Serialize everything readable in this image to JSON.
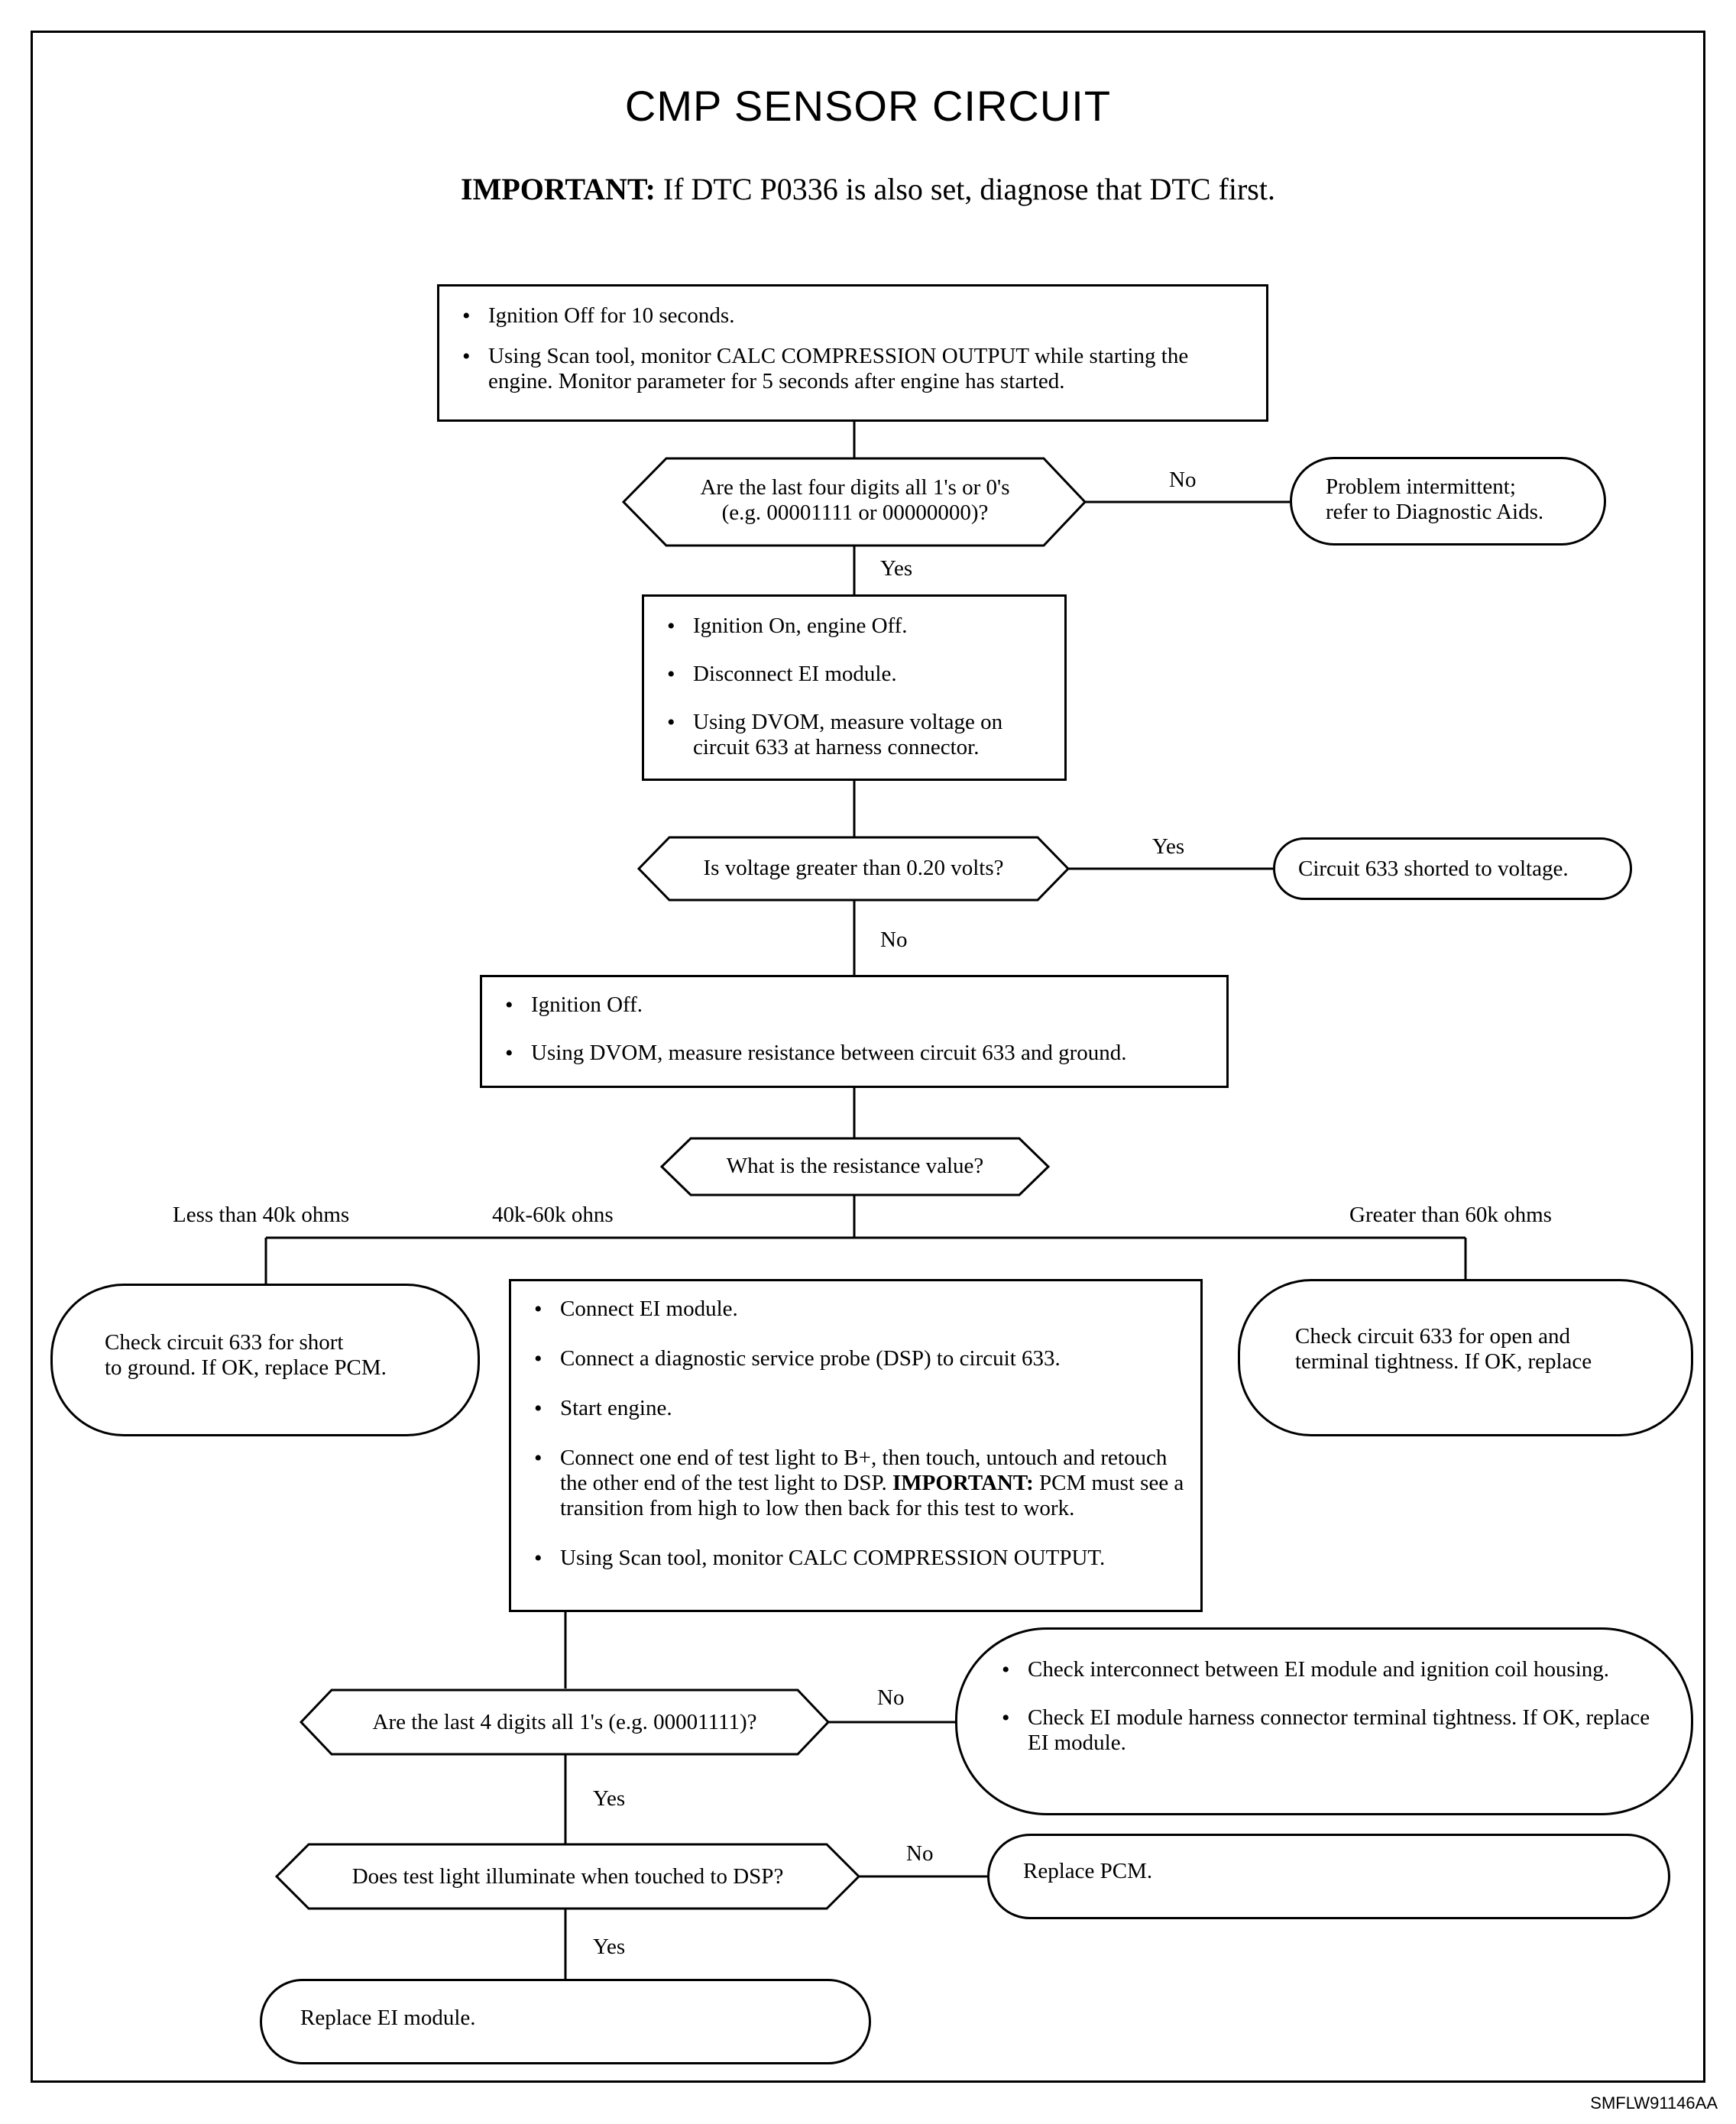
{
  "title": "CMP SENSOR CIRCUIT",
  "important": {
    "label": "IMPORTANT:",
    "text": "If DTC P0336 is also set, diagnose that DTC first."
  },
  "step1": {
    "bullets": [
      "Ignition Off for 10 seconds.",
      "Using Scan tool, monitor CALC COMPRESSION OUTPUT while starting the engine. Monitor parameter for 5 seconds after engine has started."
    ]
  },
  "q1": {
    "line1": "Are the last four digits all 1's or 0's",
    "line2": "(e.g. 00001111 or 00000000)?",
    "no": "No",
    "yes": "Yes",
    "no_result_line1": "Problem intermittent;",
    "no_result_line2": "refer to Diagnostic Aids."
  },
  "step2": {
    "bullets": [
      "Ignition On, engine Off.",
      "Disconnect EI module.",
      "Using DVOM, measure voltage on circuit 633 at harness connector."
    ]
  },
  "q2": {
    "text": "Is voltage greater than 0.20 volts?",
    "yes": "Yes",
    "no": "No",
    "yes_result": "Circuit 633 shorted to voltage."
  },
  "step3": {
    "bullets": [
      "Ignition Off.",
      "Using DVOM, measure resistance between circuit 633 and ground."
    ]
  },
  "q3": {
    "text": "What is the resistance value?",
    "branch_low": "Less than 40k ohms",
    "branch_mid": "40k-60k ohns",
    "branch_high": "Greater than 60k ohms",
    "low_result_line1": "Check circuit 633 for short",
    "low_result_line2": "to ground. If OK, replace PCM.",
    "high_result_line1": "Check circuit 633 for open and",
    "high_result_line2": "terminal tightness. If OK, replace"
  },
  "step4": {
    "b1": "Connect EI module.",
    "b2": "Connect a diagnostic service probe (DSP) to circuit 633.",
    "b3": "Start engine.",
    "b4": "Connect one end of test light to B+, then touch, untouch and retouch the other end of the test light to DSP.",
    "b4_important_label": "IMPORTANT:",
    "b4_important_text": "PCM must see a transition from high to low then back for this test to work.",
    "b5": "Using Scan tool, monitor CALC COMPRESSION OUTPUT."
  },
  "q4": {
    "text": "Are the last 4 digits all 1's (e.g. 00001111)?",
    "no": "No",
    "yes": "Yes",
    "no_bullets": [
      "Check interconnect between EI module and ignition coil housing.",
      "Check EI module harness connector terminal tightness. If OK, replace EI module."
    ]
  },
  "q5": {
    "text": "Does test light illuminate when touched to DSP?",
    "no": "No",
    "yes": "Yes",
    "no_result": "Replace PCM.",
    "yes_result": "Replace EI module."
  },
  "footer_code": "SMFLW91146AA"
}
